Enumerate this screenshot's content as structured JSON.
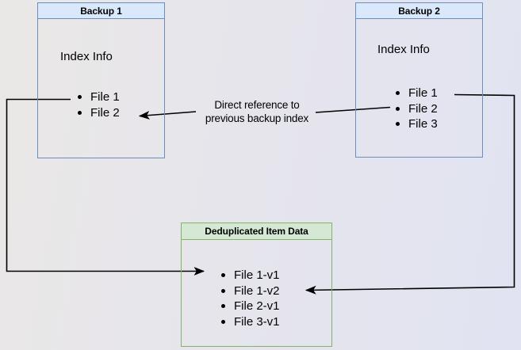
{
  "diagram": {
    "backup1": {
      "title": "Backup 1",
      "body_label": "Index Info",
      "files": [
        "File 1",
        "File 2"
      ]
    },
    "backup2": {
      "title": "Backup 2",
      "body_label": "Index Info",
      "files": [
        "File 1",
        "File 2",
        "File 3"
      ]
    },
    "dedup": {
      "title": "Deduplicated Item Data",
      "files": [
        "File 1-v1",
        "File 1-v2",
        "File 2-v1",
        "File 3-v1"
      ]
    },
    "annotation": {
      "line1": "Direct reference to",
      "line2": "previous backup index"
    }
  },
  "colors": {
    "blue_fill": "#dae8fc",
    "blue_border": "#6c8ebf",
    "green_fill": "#d5e8d4",
    "green_border": "#82b366",
    "line": "#000000"
  }
}
